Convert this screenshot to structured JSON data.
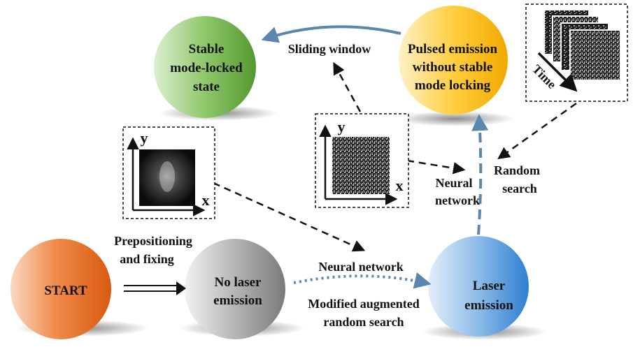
{
  "nodes": {
    "start": {
      "label": "START",
      "color": "#e8661c"
    },
    "no_laser": {
      "lines": [
        "No laser",
        "emission"
      ],
      "color": "#8c8c8c"
    },
    "laser": {
      "lines": [
        "Laser",
        "emission"
      ],
      "color": "#2f7fd0"
    },
    "pulsed": {
      "lines": [
        "Pulsed emission",
        "without stable",
        "mode locking"
      ],
      "color": "#f2a900"
    },
    "stable": {
      "lines": [
        "Stable",
        "mode-locked",
        "state"
      ],
      "color": "#5fa33d"
    }
  },
  "edges": {
    "prepositioning": [
      "Prepositioning",
      "and fixing"
    ],
    "neural_network_bottom": "Neural network",
    "modified_search": [
      "Modified augmented",
      "random search"
    ],
    "sliding_window": "Sliding window",
    "neural_network_mid": [
      "Neural",
      "network"
    ],
    "random_search": [
      "Random",
      "search"
    ]
  },
  "insets": {
    "beam": {
      "x_axis": "x",
      "y_axis": "y"
    },
    "speckle": {
      "x_axis": "x",
      "y_axis": "y"
    },
    "time_stack": {
      "label": "Time"
    }
  },
  "colors": {
    "arrow_blue": "#5b86ad",
    "dashed_black": "#111111"
  }
}
